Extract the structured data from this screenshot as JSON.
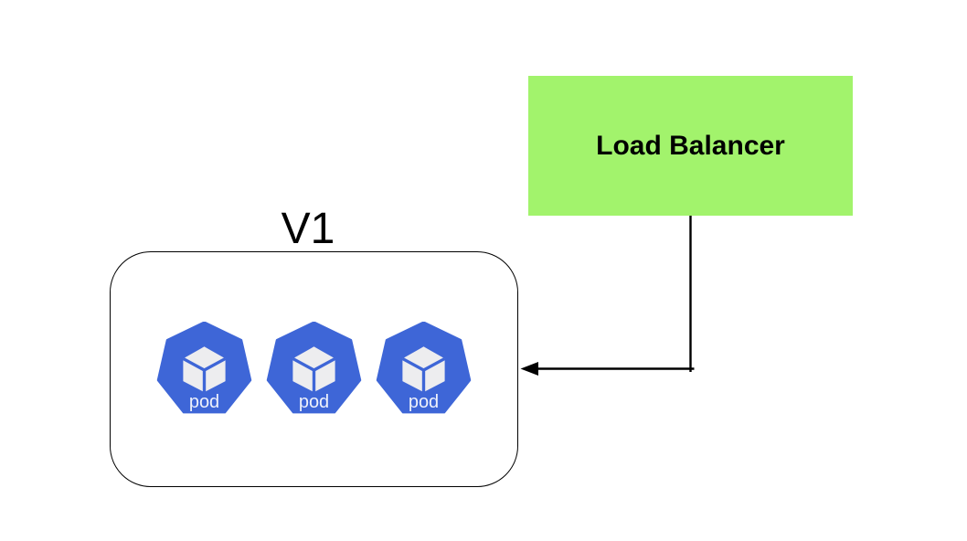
{
  "load_balancer": {
    "label": "Load Balancer",
    "fill": "#A2F36C",
    "text_color": "#000000"
  },
  "version_group": {
    "label": "V1",
    "border_color": "#000000",
    "background": "#FFFFFF"
  },
  "pods": [
    {
      "label": "pod"
    },
    {
      "label": "pod"
    },
    {
      "label": "pod"
    }
  ],
  "pod_style": {
    "fill": "#3E66D7",
    "cube_fill": "#EDEDEF",
    "label_color": "#EEF1FB"
  },
  "connector": {
    "from": "load-balancer",
    "to": "version-group",
    "color": "#000000"
  }
}
